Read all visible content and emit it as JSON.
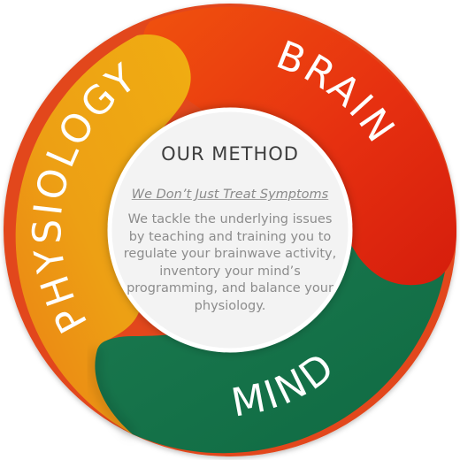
{
  "segments": {
    "brain": {
      "label": "BRAIN",
      "color": "#e8340f"
    },
    "mind": {
      "label": "MIND",
      "color": "#147149"
    },
    "physiology": {
      "label": "PHYSIOLOGY",
      "color": "#eda014"
    }
  },
  "center": {
    "title": "OUR METHOD",
    "subtitle": "We Don’t Just Treat Symptoms",
    "body": "We tackle the underlying issues by teaching and training you to regulate your brainwave activity, inventory your mind’s programming, and balance your physiology."
  }
}
